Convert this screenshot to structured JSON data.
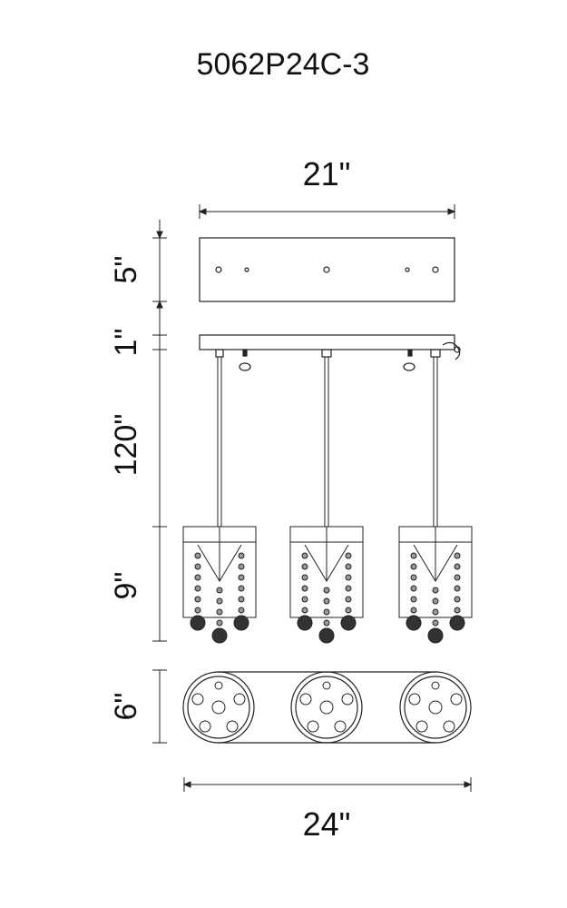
{
  "title": "5062P24C-3",
  "dimensions": {
    "canopy_width": "21\"",
    "canopy_height": "5\"",
    "bar_height": "1\"",
    "cord_length": "120\"",
    "pendant_height": "9\"",
    "base_depth": "6\"",
    "total_width": "24\""
  },
  "colors": {
    "line": "#222222",
    "background": "#ffffff"
  }
}
